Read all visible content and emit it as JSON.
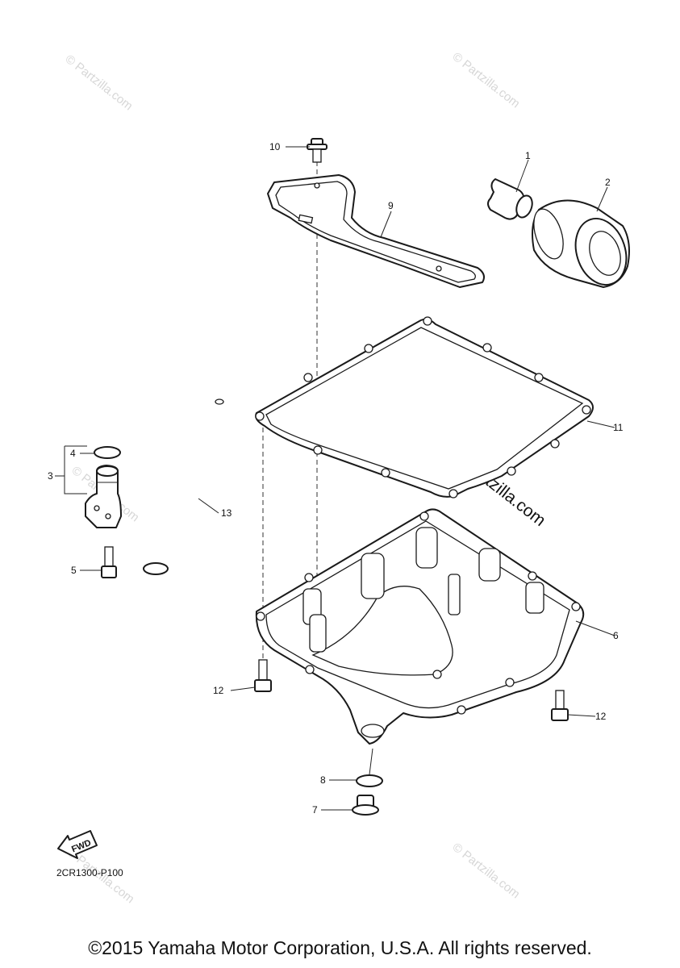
{
  "diagram": {
    "callouts": {
      "c1": "1",
      "c2": "2",
      "c3": "3",
      "c4": "4",
      "c5": "5",
      "c6": "6",
      "c7": "7",
      "c8": "8",
      "c9": "9",
      "c10": "10",
      "c11": "11",
      "c12a": "12",
      "c12b": "12",
      "c13": "13"
    },
    "fwd_label": "FWD",
    "diagram_code": "2CR1300-P100"
  },
  "watermarks": {
    "small": "© Partzilla.com",
    "center": "© Partzilla.com"
  },
  "copyright": "©2015 Yamaha Motor Corporation, U.S.A. All rights reserved.",
  "colors": {
    "line": "#1a1a1a",
    "watermark": "#d7d7d7",
    "background": "#ffffff"
  }
}
